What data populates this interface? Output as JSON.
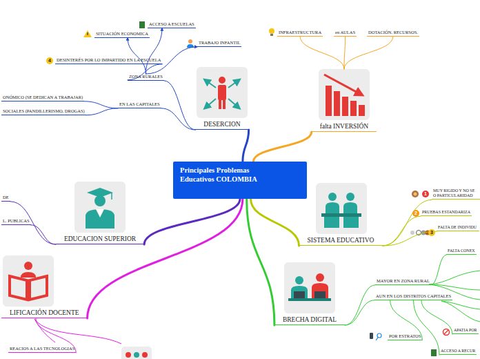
{
  "diagram": {
    "nodes": [
      {
        "text": [
          "Principales Problemas Educativos COLOMBIA"
        ]
      },
      {
        "text": [
          "DESERCION"
        ]
      },
      {
        "text": [
          "ZONA RURALES"
        ]
      },
      {
        "text": [
          "ACCESO A ESCUELAS"
        ]
      },
      {
        "text": [
          "SITUACIÓN ECONOMICA"
        ]
      },
      {
        "text": [
          "DESINTERÉS POR LO IMPARTIDO EN LA ESCUELA"
        ]
      },
      {
        "text": [
          "TRABAJO INFANTIL"
        ]
      },
      {
        "text": [
          "EN LAS CAPITALES"
        ]
      },
      {
        "text": [
          "ONÓMICO (SE DEDICAN A TRABAJAR)"
        ]
      },
      {
        "text": [
          "SOCIALES (PANDILLERISMO, DROGAS)"
        ]
      },
      {
        "text": [
          "falta INVERSIÓN"
        ]
      },
      {
        "text": [
          "INFRAESTRUCTURA"
        ]
      },
      {
        "text": [
          "en AULAS"
        ]
      },
      {
        "text": [
          "DOTACIÓN. RECURSOS."
        ]
      },
      {
        "text": [
          "SISTEMA EDUCATIVO"
        ]
      },
      {
        "text": [
          "MUY RIGIDO Y NO SE O PARTICULARIDAD"
        ]
      },
      {
        "text": [
          "PRUEBAS ESTANDARIZA"
        ]
      },
      {
        "text": [
          "FALTA DE INDIVIDU"
        ]
      },
      {
        "text": [
          "BRECHA DIGITAL"
        ]
      },
      {
        "text": [
          "MAYOR EN ZONA RURAL"
        ]
      },
      {
        "text": [
          "FALTA CONEX"
        ]
      },
      {
        "text": [
          "AUN EN LOS DISTRITOS CAPITALES"
        ]
      },
      {
        "text": [
          "POR ESTRATOS"
        ]
      },
      {
        "text": [
          "APATIA POR"
        ]
      },
      {
        "text": [
          "ACCESO A RECUR"
        ]
      },
      {
        "text": [
          "EDUCACION SUPERIOR"
        ]
      },
      {
        "text": [
          "DE"
        ]
      },
      {
        "text": [
          "L. PUBLICAS"
        ]
      },
      {
        "text": [
          "LIFICACIÓN DOCENTE"
        ]
      },
      {
        "text": [
          "REACIOS A LAS TECNOLOGIAS"
        ]
      }
    ],
    "edges": [
      {
        "from": 0,
        "to": 1,
        "arrow": "none"
      },
      {
        "from": 1,
        "to": 2,
        "arrow": "none"
      },
      {
        "from": 2,
        "to": 3,
        "arrow": "to"
      },
      {
        "from": 2,
        "to": 4,
        "arrow": "to"
      },
      {
        "from": 2,
        "to": 5,
        "arrow": "none"
      },
      {
        "from": 2,
        "to": 6,
        "arrow": "to"
      },
      {
        "from": 1,
        "to": 7,
        "arrow": "none"
      },
      {
        "from": 7,
        "to": 8,
        "arrow": "none"
      },
      {
        "from": 7,
        "to": 9,
        "arrow": "none"
      },
      {
        "from": 0,
        "to": 10,
        "arrow": "none"
      },
      {
        "from": 10,
        "to": 11,
        "arrow": "none"
      },
      {
        "from": 10,
        "to": 12,
        "arrow": "none"
      },
      {
        "from": 10,
        "to": 13,
        "arrow": "none"
      },
      {
        "from": 0,
        "to": 14,
        "arrow": "none"
      },
      {
        "from": 14,
        "to": 15,
        "arrow": "none"
      },
      {
        "from": 14,
        "to": 16,
        "arrow": "none"
      },
      {
        "from": 14,
        "to": 17,
        "arrow": "none"
      },
      {
        "from": 0,
        "to": 18,
        "arrow": "none"
      },
      {
        "from": 18,
        "to": 19,
        "arrow": "none"
      },
      {
        "from": 19,
        "to": 20,
        "arrow": "none"
      },
      {
        "from": 18,
        "to": 21,
        "arrow": "none"
      },
      {
        "from": 21,
        "to": 22,
        "arrow": "none"
      },
      {
        "from": 21,
        "to": 23,
        "arrow": "none"
      },
      {
        "from": 21,
        "to": 24,
        "arrow": "none"
      },
      {
        "from": 0,
        "to": 25,
        "arrow": "none"
      },
      {
        "from": 25,
        "to": 26,
        "arrow": "none"
      },
      {
        "from": 25,
        "to": 27,
        "arrow": "none"
      },
      {
        "from": 0,
        "to": 28,
        "arrow": "none"
      },
      {
        "from": 28,
        "to": 29,
        "arrow": "none"
      }
    ],
    "labels": [
      "4",
      "1",
      "2",
      "3"
    ]
  }
}
